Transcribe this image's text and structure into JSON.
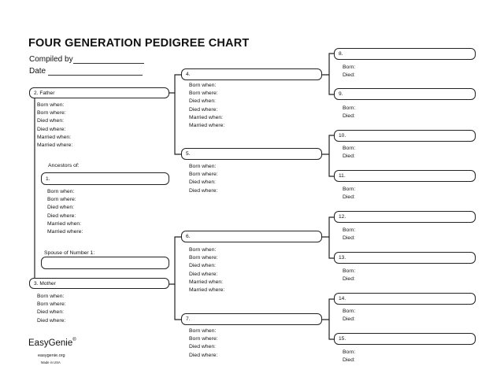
{
  "title": "FOUR GENERATION PEDIGREE CHART",
  "compiled_label": "Compiled by",
  "date_label": "Date",
  "fields": {
    "born_when": "Born when:",
    "born_where": "Born where:",
    "died_when": "Died when:",
    "died_where": "Died where:",
    "married_when": "Married when:",
    "married_where": "Married where:",
    "born": "Born:",
    "died": "Died:"
  },
  "persons": {
    "p1": "1.",
    "p2": "2. Father",
    "p3": "3. Mother",
    "p4": "4.",
    "p5": "5.",
    "p6": "6.",
    "p7": "7.",
    "p8": "8.",
    "p9": "9.",
    "p10": "10.",
    "p11": "11.",
    "p12": "12.",
    "p13": "13.",
    "p14": "14.",
    "p15": "15."
  },
  "ancestors_label": "Ancestors of:",
  "spouse_label": "Spouse of Number 1:",
  "logo": {
    "name": "EasyGenie",
    "mark": "®",
    "site": "easygenie.org",
    "made": "Made in USA"
  }
}
